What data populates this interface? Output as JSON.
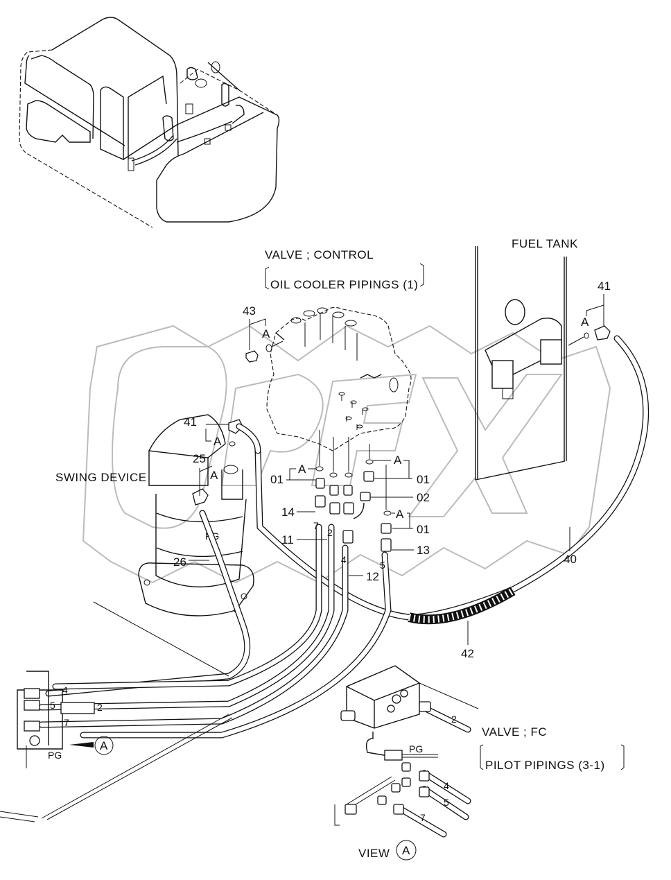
{
  "diagram": {
    "title": "Hydraulic pilot piping — swing device / control valve / fuel tank",
    "components": {
      "control_valve": {
        "title": "VALVE ; CONTROL",
        "reference": "OIL COOLER PIPINGS (1)"
      },
      "fuel_tank": {
        "title": "FUEL TANK"
      },
      "swing_device": {
        "title": "SWING DEVICE"
      },
      "fc_valve": {
        "title": "VALVE ; FC",
        "reference": "PILOT PIPINGS (3-1)"
      },
      "view": {
        "label": "VIEW",
        "marker": "A"
      }
    },
    "part_numbers": {
      "p43": "43",
      "p41_tank": "41",
      "p41_swing": "41",
      "p25": "25",
      "p26": "26",
      "p01_left": "01",
      "p01_right": "01",
      "p01_lower": "01",
      "p02": "02",
      "p14": "14",
      "p11": "11",
      "p12": "12",
      "p13": "13",
      "p40": "40",
      "p42": "42"
    },
    "oring_marker": "A",
    "hose_ids": {
      "h7": "7",
      "h2": "2",
      "h4": "4",
      "h5": "5",
      "pg": "PG"
    },
    "left_manifold": {
      "h4": "4",
      "h5": "5",
      "h2": "2",
      "h7": "7",
      "pg": "PG",
      "view_marker": "A"
    },
    "view_a": {
      "h2": "2",
      "pg": "PG",
      "h4": "4",
      "h5": "5",
      "h7": "7"
    }
  }
}
